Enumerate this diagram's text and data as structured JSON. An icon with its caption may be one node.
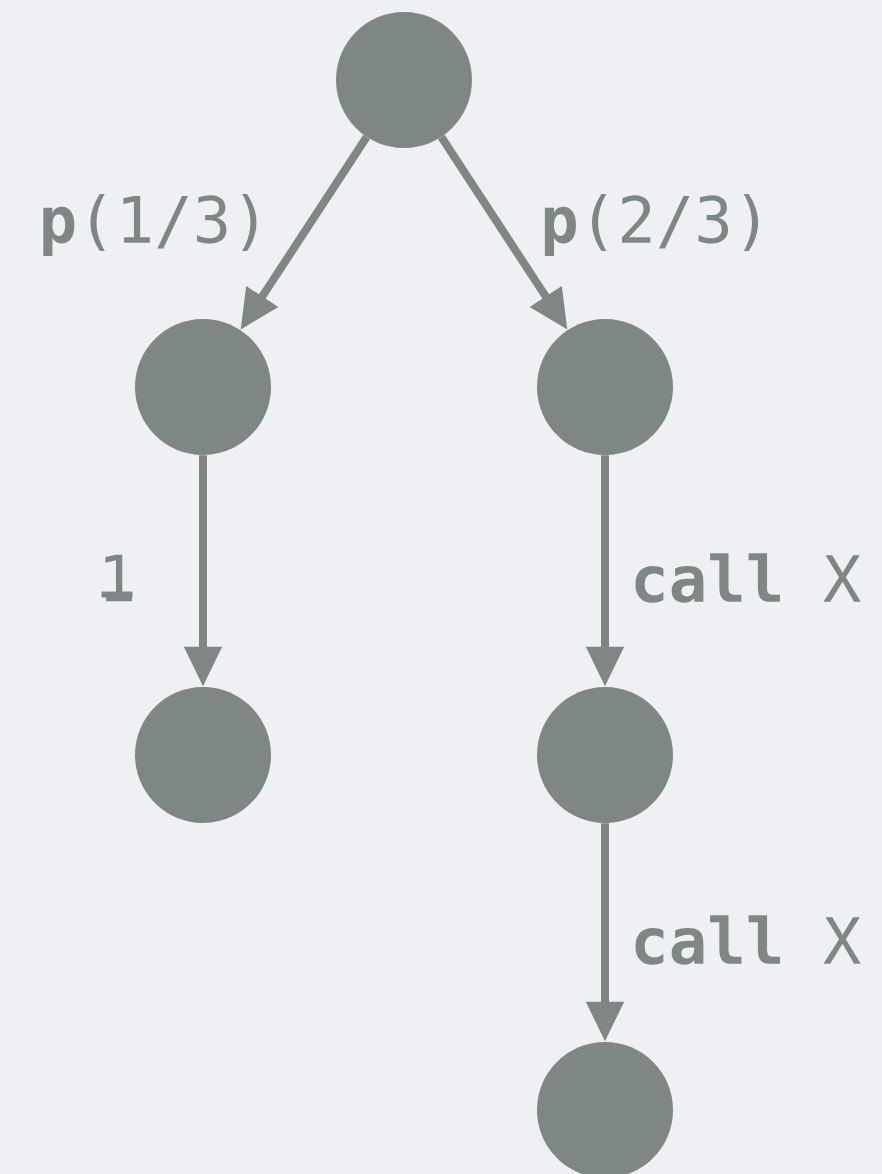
{
  "diagram": {
    "nodes": [
      {
        "text": [],
        "shape": "circle"
      },
      {
        "text": [],
        "shape": "circle"
      },
      {
        "text": [],
        "shape": "circle"
      },
      {
        "text": [],
        "shape": "circle"
      },
      {
        "text": [],
        "shape": "circle"
      },
      {
        "text": [],
        "shape": "circle"
      }
    ],
    "edges": [
      {
        "from": 0,
        "to": 1,
        "arrow": "to",
        "label": "**p**(1/3)"
      },
      {
        "from": 0,
        "to": 2,
        "arrow": "to",
        "label": "**p**(2/3)"
      },
      {
        "from": 1,
        "to": 3,
        "arrow": "to",
        "label": "1"
      },
      {
        "from": 2,
        "to": 4,
        "arrow": "to",
        "label": "**call** X"
      },
      {
        "from": 4,
        "to": 5,
        "arrow": "to",
        "label": "**call** X"
      }
    ]
  }
}
